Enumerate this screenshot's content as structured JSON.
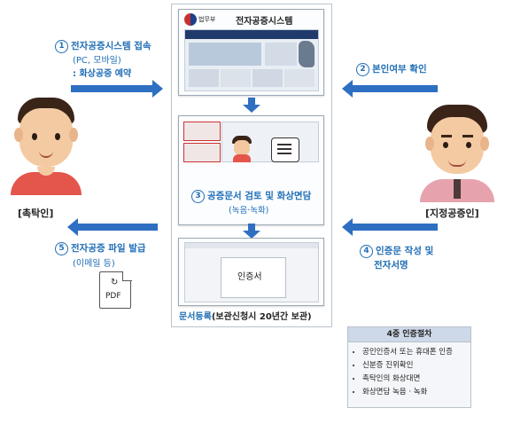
{
  "system": {
    "logo_text": "법무부",
    "title": "전자공증시스템"
  },
  "steps": {
    "s1": {
      "num": "1",
      "title": "전자공증시스템 접속",
      "line2": "(PC, 모바일)",
      "line3": ": 화상공증 예약"
    },
    "s2": {
      "num": "2",
      "title": "본인여부 확인"
    },
    "s3": {
      "num": "3",
      "title": "공증문서 검토 및 화상면담",
      "sub": "(녹음·녹화)"
    },
    "s4": {
      "num": "4",
      "title": "인증문 작성 및",
      "line2": "전자서명"
    },
    "s5": {
      "num": "5",
      "title": "전자공증 파일 발급",
      "sub": "(이메일 등)"
    }
  },
  "actors": {
    "client": "[촉탁인]",
    "notary": "[지정공증인]"
  },
  "panel3": {
    "doc_text": "인증서"
  },
  "registration": {
    "highlight": "문서등록",
    "rest": "(보관신청시 20년간 보관)"
  },
  "pdf_icon": {
    "label": "PDF"
  },
  "legend": {
    "title": "4중 인증절차",
    "items": [
      "공인인증서 또는 휴대폰 인증",
      "신분증 진위확인",
      "촉탁인의 화상대면",
      "화상면담 녹음 · 녹화"
    ]
  },
  "colors": {
    "accent": "#1f6db5",
    "arrow": "#2e6fc2",
    "notary_shirt": "#e7a3ad",
    "client_shirt": "#e4554b"
  }
}
